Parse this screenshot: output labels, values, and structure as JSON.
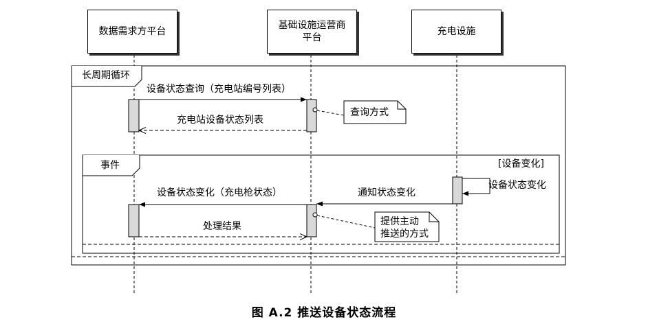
{
  "participants": [
    {
      "label": "数据需求方平台"
    },
    {
      "label_line1": "基础设施运营商",
      "label_line2": "平台"
    },
    {
      "label": "充电设施"
    }
  ],
  "loop": {
    "label": "长周期循环"
  },
  "event": {
    "label": "事件",
    "guard": "[设备变化]"
  },
  "messages": {
    "query": "设备状态查询（充电站编号列表）",
    "status_list": "充电站设备状态列表",
    "self_change": "设备状态变化",
    "notify": "通知状态变化",
    "status_change": "设备状态变化（充电枪状态）",
    "result": "处理结果"
  },
  "notes": {
    "query_method": "查询方式",
    "push_line1": "提供主动",
    "push_line2": "推送的方式"
  },
  "caption": "图 A.2   推送设备状态流程"
}
